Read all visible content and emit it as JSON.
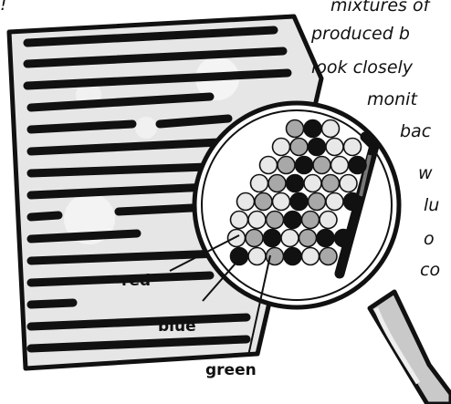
{
  "caption": {
    "lines": [
      "mixtures of",
      "produced b",
      "look closely",
      "monit",
      "bac",
      "w",
      "lu",
      "o",
      "co"
    ],
    "fragment_top_left": "!"
  },
  "labels": {
    "red": "red",
    "blue": "blue",
    "green": "green"
  },
  "colors": {
    "ink": "#111111",
    "paper": "#ffffff",
    "screen_gray": "#e6e6e6",
    "phosphor_light": "#e8e8e8",
    "phosphor_mid": "#a8a8a8",
    "phosphor_dark": "#111111",
    "handle": "#c9c9c9"
  },
  "icons": {
    "screen": "printed-screen-illustration",
    "magnifier": "magnifying-glass-icon"
  }
}
